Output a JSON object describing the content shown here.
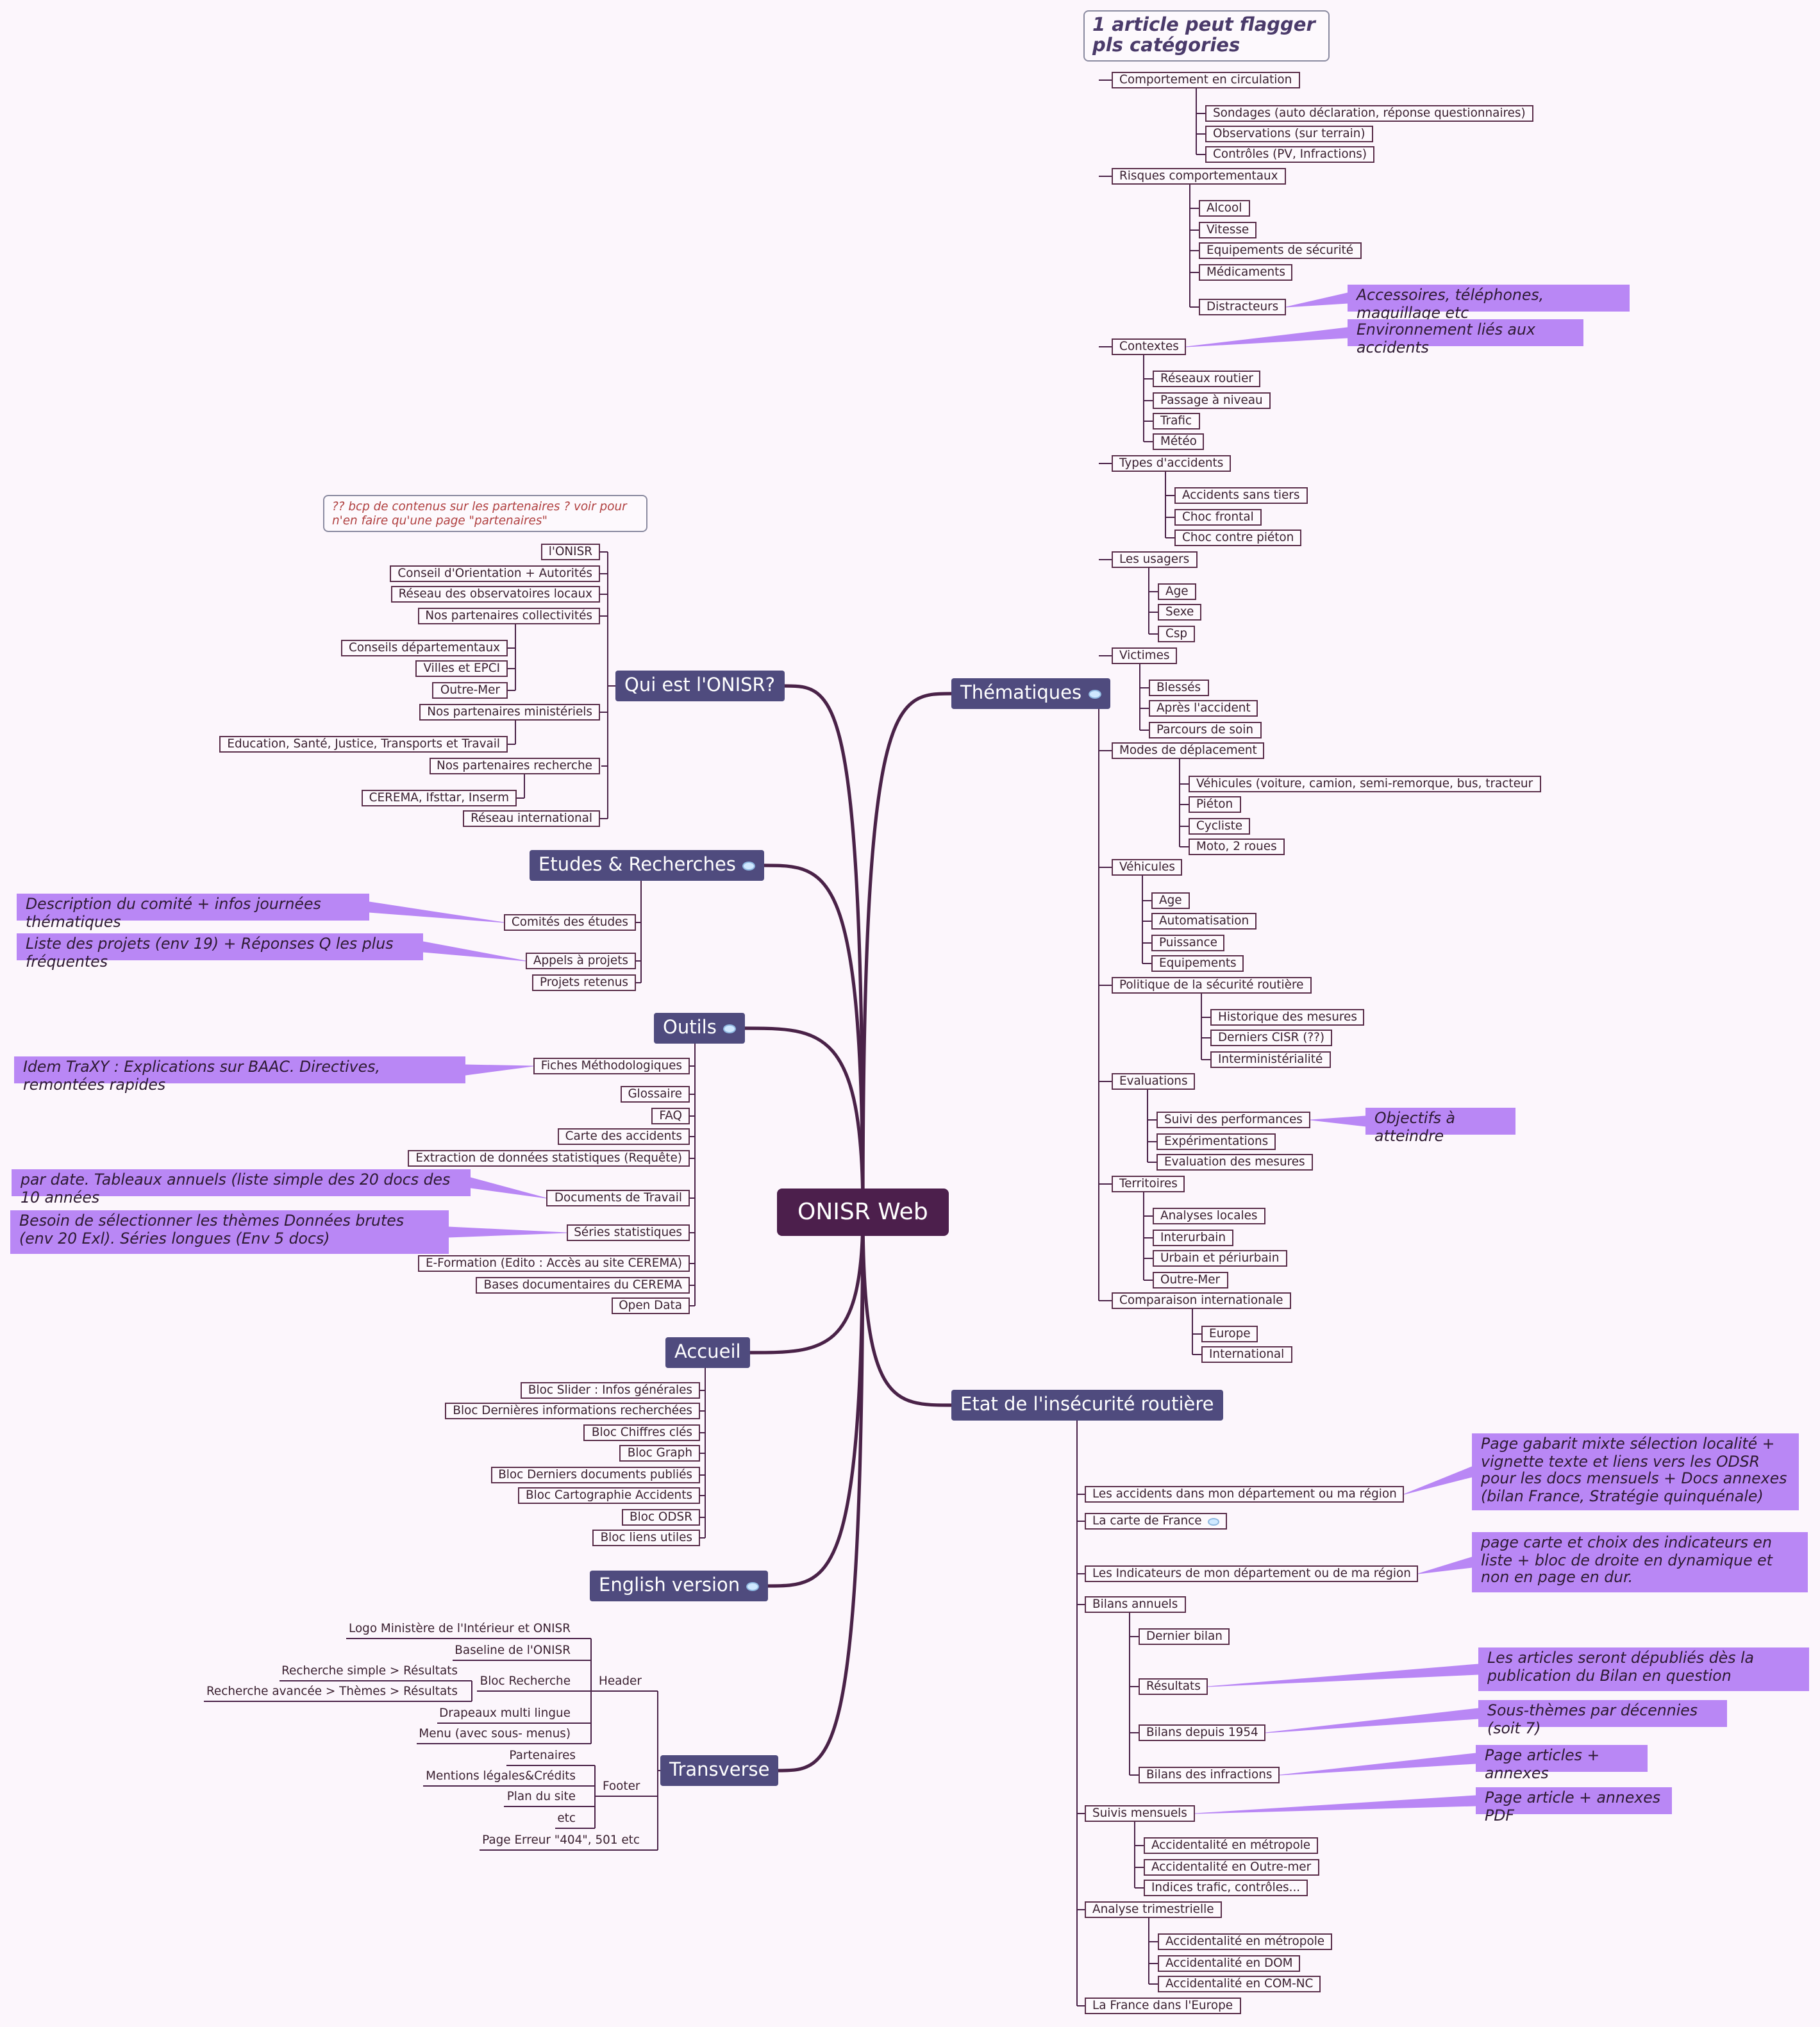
{
  "root": "ONISR Web",
  "callouts": {
    "thematiques_note": "1 article peut flagger pls catégories",
    "partenaires_note": "?? bcp de contenus sur les partenaires ? voir pour n'en faire qu'une page \"partenaires\""
  },
  "thematiques": {
    "title": "Thématiques",
    "items": {
      "comportement": "Comportement en circulation",
      "sondages": "Sondages (auto déclaration, réponse questionnaires)",
      "observations": "Observations (sur terrain)",
      "controles": "Contrôles (PV, Infractions)",
      "risques": "Risques comportementaux",
      "alcool": "Alcool",
      "vitesse": "Vitesse",
      "equipements_securite": "Equipements de sécurité",
      "medicaments": "Médicaments",
      "distracteurs": "Distracteurs",
      "contextes": "Contextes",
      "reseaux": "Réseaux routier",
      "passage": "Passage à niveau",
      "trafic": "Trafic",
      "meteo": "Météo",
      "types": "Types d'accidents",
      "sans_tiers": "Accidents sans tiers",
      "choc_frontal": "Choc frontal",
      "choc_pieton": "Choc contre piéton",
      "usagers": "Les usagers",
      "age": "Age",
      "sexe": "Sexe",
      "csp": "Csp",
      "victimes": "Victimes",
      "blesses": "Blessés",
      "apres": "Après l'accident",
      "parcours": "Parcours de soin",
      "modes": "Modes de déplacement",
      "vehicules_mode": "Véhicules (voiture, camion, semi-remorque, bus, tracteur",
      "pieton": "Piéton",
      "cycliste": "Cycliste",
      "moto": "Moto, 2 roues",
      "vehicules": "Véhicules",
      "veh_age": "Age",
      "automatisation": "Automatisation",
      "puissance": "Puissance",
      "equipements": "Equipements",
      "politique": "Politique de la sécurité routière",
      "historique": "Historique des mesures",
      "cisr": "Derniers CISR (??)",
      "interministerialite": "Interministérialité",
      "evaluations": "Evaluations",
      "suivi": "Suivi des performances",
      "experimentations": "Expérimentations",
      "evaluation_mesures": "Evaluation des mesures",
      "territoires": "Territoires",
      "analyses_locales": "Analyses locales",
      "interurbain": "Interurbain",
      "urbain": "Urbain et périurbain",
      "outre_mer": "Outre-Mer",
      "comparaison": "Comparaison internationale",
      "europe": "Europe",
      "international": "International"
    },
    "notes": {
      "distracteurs": "Accessoires, téléphones, maquillage etc",
      "contextes": "Environnement liés aux accidents",
      "suivi": "Objectifs à atteindre"
    }
  },
  "etat": {
    "title": "Etat de l'insécurité routière",
    "items": {
      "accidents_dept": "Les accidents dans mon département ou ma région",
      "carte_france": "La carte de France",
      "indicateurs": "Les Indicateurs de mon département ou de ma région",
      "bilans": "Bilans annuels",
      "dernier_bilan": "Dernier bilan",
      "resultats": "Résultats",
      "bilans_1954": "Bilans depuis 1954",
      "bilans_infractions": "Bilans des infractions",
      "suivis": "Suivis mensuels",
      "metropole_m": "Accidentalité en métropole",
      "outremer_m": "Accidentalité en Outre-mer",
      "indices": "Indices trafic, contrôles...",
      "analyse": "Analyse  trimestrielle",
      "metropole_t": "Accidentalité en métropole",
      "dom": "Accidentalité en DOM",
      "comnc": "Accidentalité en COM-NC",
      "europe": "La France dans l'Europe"
    },
    "notes": {
      "accidents_dept": "Page gabarit mixte sélection localité + vignette texte et liens vers les ODSR pour les docs mensuels + Docs annexes (bilan France, Stratégie quinquénale)",
      "indicateurs": "page carte et choix des indicateurs en liste + bloc de droite en dynamique et non en page en dur.",
      "resultats": "Les articles seront dépubliés dès la publication du Bilan en question",
      "bilans_1954": "Sous-thèmes par décennies (soit 7)",
      "bilans_infractions": "Page articles + annexes",
      "suivis": "Page article + annexes PDF"
    }
  },
  "qui": {
    "title": "Qui est l'ONISR?",
    "items": {
      "lonisr": "l'ONISR",
      "conseil": "Conseil d'Orientation + Autorités",
      "reseau_obs": "Réseau des observatoires locaux",
      "collectivites": "Nos partenaires collectivités",
      "conseils_dep": "Conseils départementaux",
      "villes": "Villes et EPCI",
      "outre_mer": "Outre-Mer",
      "ministeriels": "Nos partenaires ministériels",
      "education": "Education, Santé, Justice, Transports et Travail",
      "recherche": "Nos partenaires recherche",
      "cerema": "CEREMA, Ifsttar, Inserm",
      "international": "Réseau international"
    }
  },
  "etudes": {
    "title": "Etudes & Recherches",
    "items": {
      "comites": "Comités des études",
      "appels": "Appels à projets",
      "retenus": "Projets retenus"
    },
    "notes": {
      "comites": "Description du comité + infos journées thématiques",
      "appels": "Liste des projets  (env 19) + Réponses Q les plus fréquentes"
    }
  },
  "outils": {
    "title": "Outils",
    "items": {
      "fiches": "Fiches Méthodologiques",
      "glossaire": "Glossaire",
      "faq": "FAQ",
      "carte": "Carte des accidents",
      "extraction": "Extraction de données statistiques (Requête)",
      "documents": "Documents de Travail",
      "series": "Séries statistiques",
      "eformation": "E-Formation (Edito : Accès au site CEREMA)",
      "bases": "Bases documentaires du CEREMA",
      "opendata": "Open Data"
    },
    "notes": {
      "fiches": "Idem TraXY : Explications sur BAAC. Directives, remontées rapides",
      "documents": "par date. Tableaux annuels (liste simple des 20 docs des 10 années",
      "series": "Besoin de sélectionner les thèmes Données brutes (env 20 Exl). Séries longues (Env 5 docs)"
    }
  },
  "accueil": {
    "title": "Accueil",
    "items": {
      "slider": "Bloc Slider : Infos générales",
      "dernieres": "Bloc Dernières informations recherchées",
      "chiffres": "Bloc Chiffres clés",
      "graph": "Bloc Graph",
      "docs": "Bloc Derniers documents publiés",
      "cartographie": "Bloc Cartographie Accidents",
      "odsr": "Bloc ODSR",
      "liens": "Bloc liens utiles"
    }
  },
  "english": {
    "title": "English version"
  },
  "transverse": {
    "title": "Transverse",
    "items": {
      "header": "Header",
      "logo": "Logo Ministère de l'Intérieur et ONISR",
      "baseline": "Baseline de l'ONISR",
      "bloc_recherche": "Bloc Recherche",
      "recherche_simple": "Recherche simple > Résultats",
      "recherche_avancee": "Recherche avancée > Thèmes > Résultats",
      "drapeaux": "Drapeaux multi lingue",
      "menu": "Menu (avec sous- menus)",
      "footer": "Footer",
      "partenaires": "Partenaires",
      "mentions": "Mentions légales&Crédits",
      "plan": "Plan du site",
      "etc": "etc",
      "erreur": "Page Erreur \"404\", 501 etc"
    }
  },
  "colors": {
    "background": "#fcf6fc",
    "root": "#4c1f4c",
    "branch": "#4f4b7e",
    "note": "#b987f5",
    "line": "#4a2248"
  }
}
